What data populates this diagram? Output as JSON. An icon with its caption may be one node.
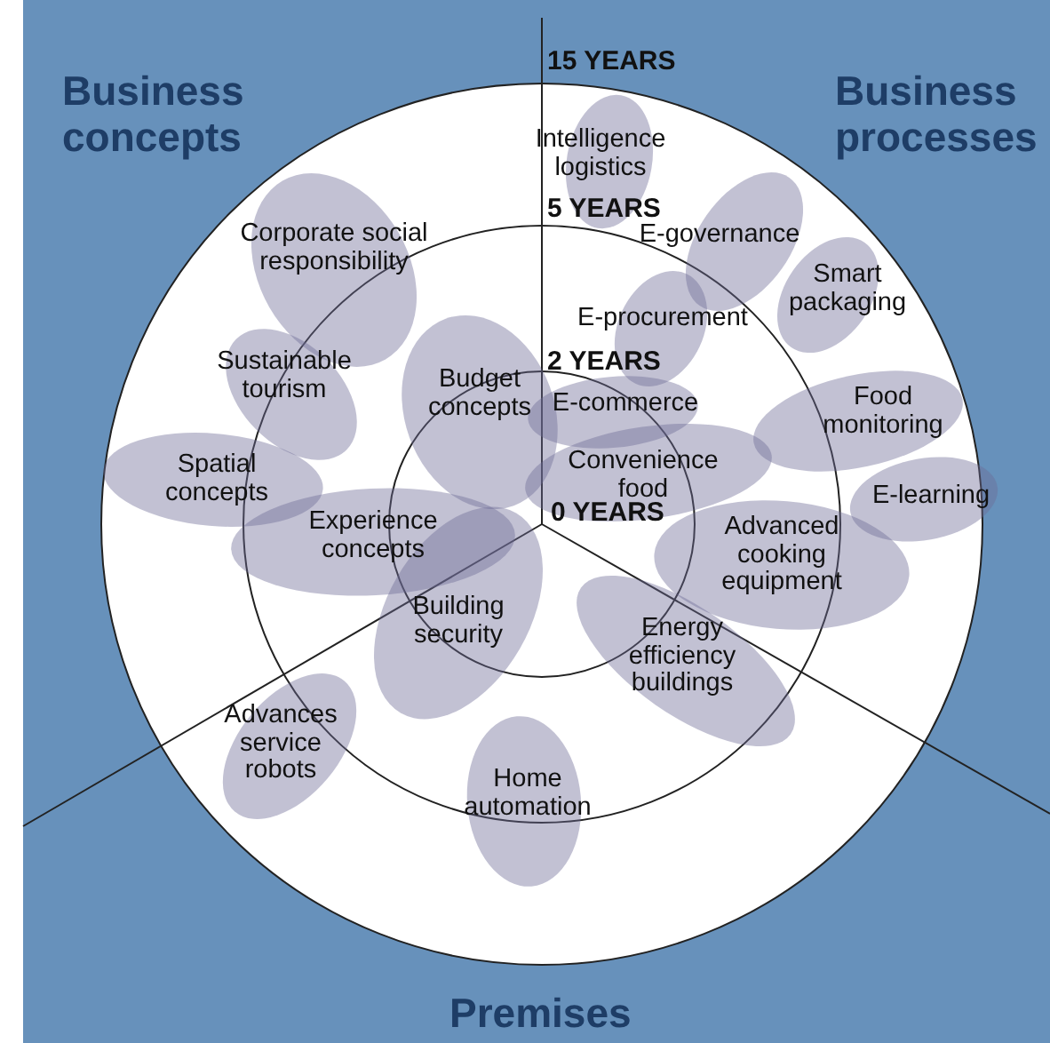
{
  "diagram": {
    "nodes": [
      {
        "text": [
          "Intelligence logistics"
        ]
      },
      {
        "text": [
          "Corporate social responsibility"
        ]
      },
      {
        "text": [
          "E-governance"
        ]
      },
      {
        "text": [
          "Smart packaging"
        ]
      },
      {
        "text": [
          "E-procurement"
        ]
      },
      {
        "text": [
          "Budget concepts"
        ]
      },
      {
        "text": [
          "Sustainable tourism"
        ]
      },
      {
        "text": [
          "E-commerce"
        ]
      },
      {
        "text": [
          "Food monitoring"
        ]
      },
      {
        "text": [
          "Convenience food"
        ]
      },
      {
        "text": [
          "Spatial concepts"
        ]
      },
      {
        "text": [
          "E-learning"
        ]
      },
      {
        "text": [
          "Experience concepts"
        ]
      },
      {
        "text": [
          "Advanced cooking equipment"
        ]
      },
      {
        "text": [
          "Building security"
        ]
      },
      {
        "text": [
          "Energy efficiency buildings"
        ]
      },
      {
        "text": [
          "Advances service robots"
        ]
      },
      {
        "text": [
          "Home automation"
        ]
      }
    ],
    "labels": [
      "15 YEARS",
      "Business concepts",
      "Business processes",
      "5 YEARS",
      "2 YEARS",
      "0 YEARS",
      "Premises"
    ]
  }
}
